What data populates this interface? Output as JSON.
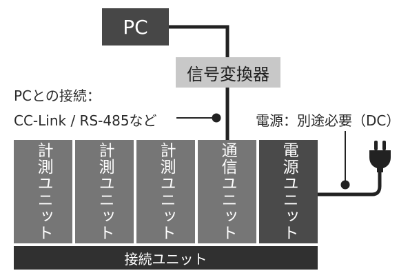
{
  "pc": {
    "label": "PC"
  },
  "converter": {
    "label": "信号変換器"
  },
  "connection_note": {
    "line1": "PCとの接続：",
    "line2": "CC-Link / RS-485など"
  },
  "power_note": {
    "label": "電源：別途必要（DC）"
  },
  "units": [
    {
      "label": "計測ユニット"
    },
    {
      "label": "計測ユニット"
    },
    {
      "label": "計測ユニット"
    },
    {
      "label": "通信ユニット"
    },
    {
      "label": "電源ユニット"
    }
  ],
  "base": {
    "label": "接続ユニット"
  },
  "icons": {
    "plug": "power-plug-icon"
  },
  "colors": {
    "dark_box": "#474747",
    "unit": "#767676",
    "power_unit": "#4a4a4a",
    "base": "#303030",
    "converter": "#c8c8c8",
    "wire": "#222222"
  }
}
